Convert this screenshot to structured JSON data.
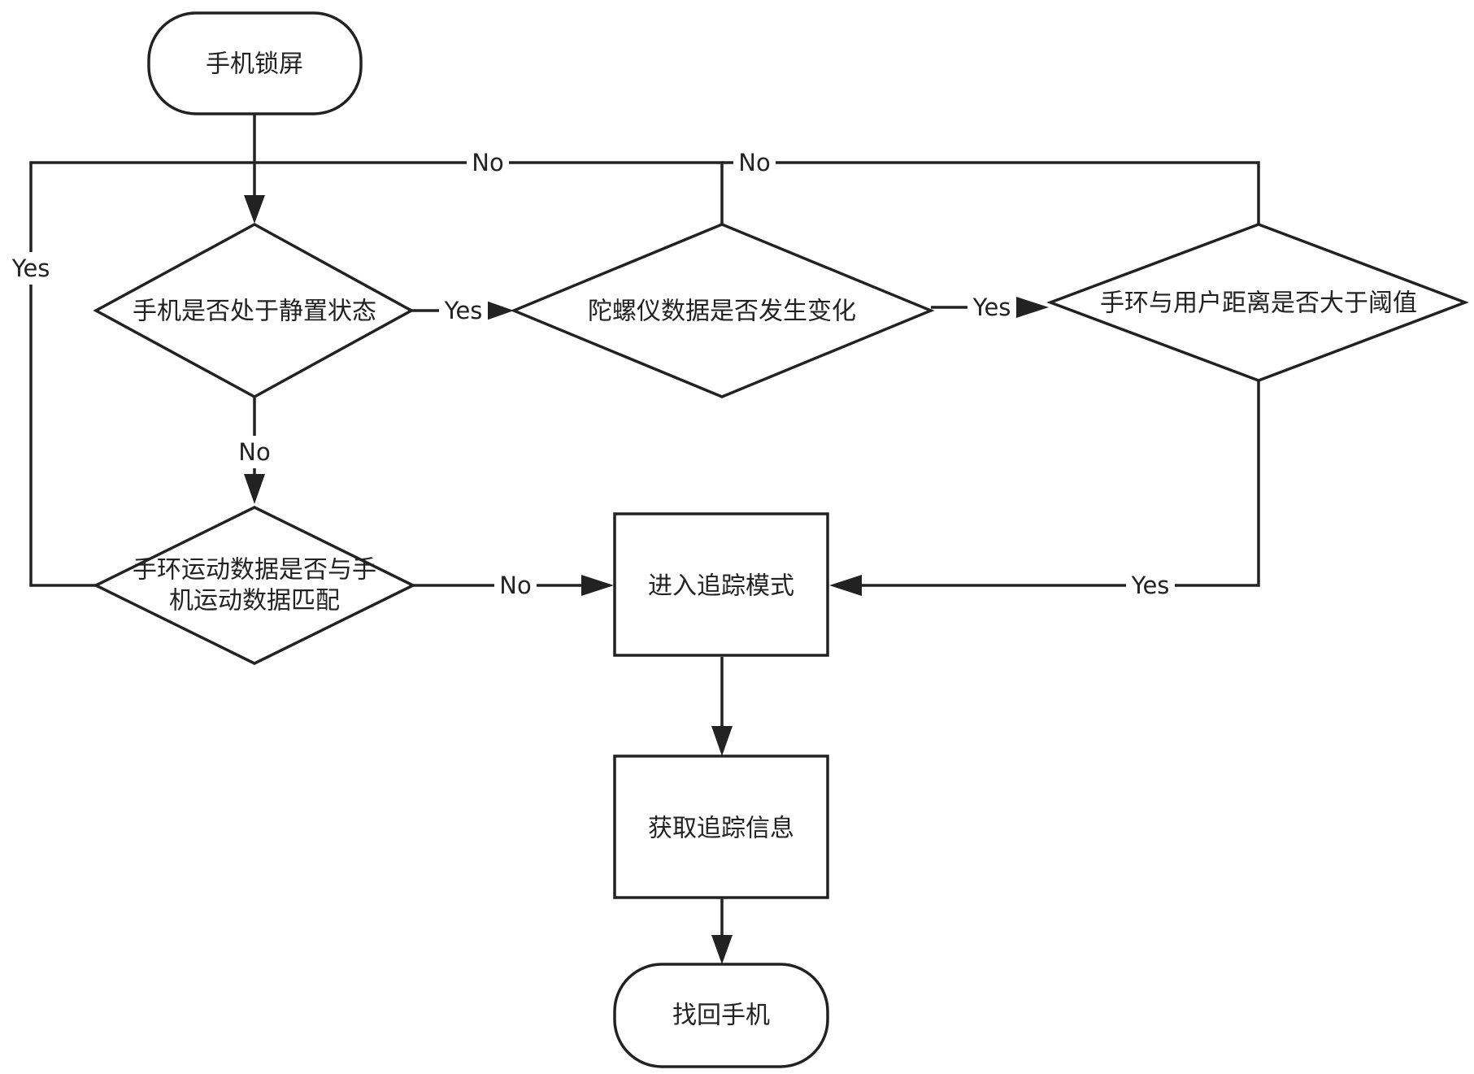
{
  "nodes": {
    "start": "手机锁屏",
    "is_stationary": "手机是否处于静置状态",
    "gyro_changed": "陀螺仪数据是否发生变化",
    "distance_over_threshold": "手环与用户距离是否大于阈值",
    "motion_match_line1": "手环运动数据是否与手",
    "motion_match_line2": "机运动数据匹配",
    "tracking_mode": "进入追踪模式",
    "get_tracking_info": "获取追踪信息",
    "end": "找回手机"
  },
  "edge_labels": {
    "stationary_yes": "Yes",
    "stationary_no": "No",
    "gyro_yes": "Yes",
    "gyro_no": "No",
    "distance_yes": "Yes",
    "distance_no": "No",
    "match_yes": "Yes",
    "match_no": "No"
  },
  "colors": {
    "stroke": "#222222",
    "fill": "#ffffff",
    "text": "#222222"
  }
}
